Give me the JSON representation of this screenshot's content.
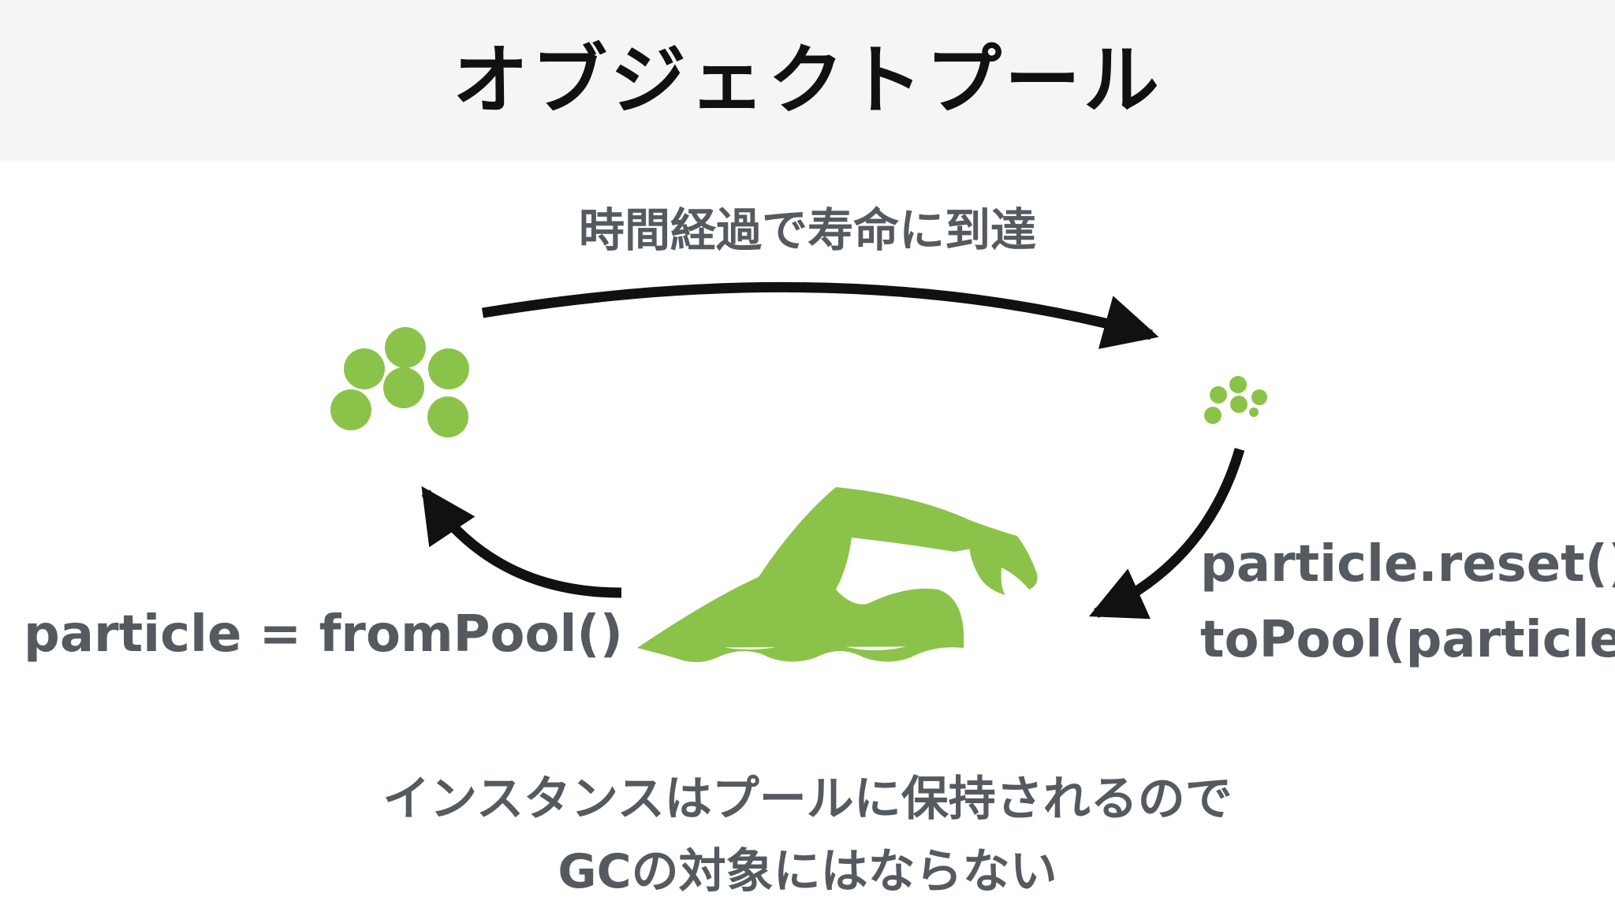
{
  "title": "オブジェクトプール",
  "labels": {
    "lifetime": "時間経過で寿命に到達",
    "from_pool": "particle = fromPool()",
    "reset": "particle.reset()",
    "to_pool": "toPool(particle)"
  },
  "note": {
    "line1": "インスタンスはプールに保持されるので",
    "line2": "GCの対象にはならない"
  },
  "colors": {
    "accent_green": "#8bc34a",
    "arrow": "#111111",
    "text_gray": "#545a60",
    "header_bg": "#f5f5f5"
  },
  "icons": [
    "particle-cluster-large-icon",
    "particle-cluster-small-icon",
    "swimmer-icon"
  ]
}
